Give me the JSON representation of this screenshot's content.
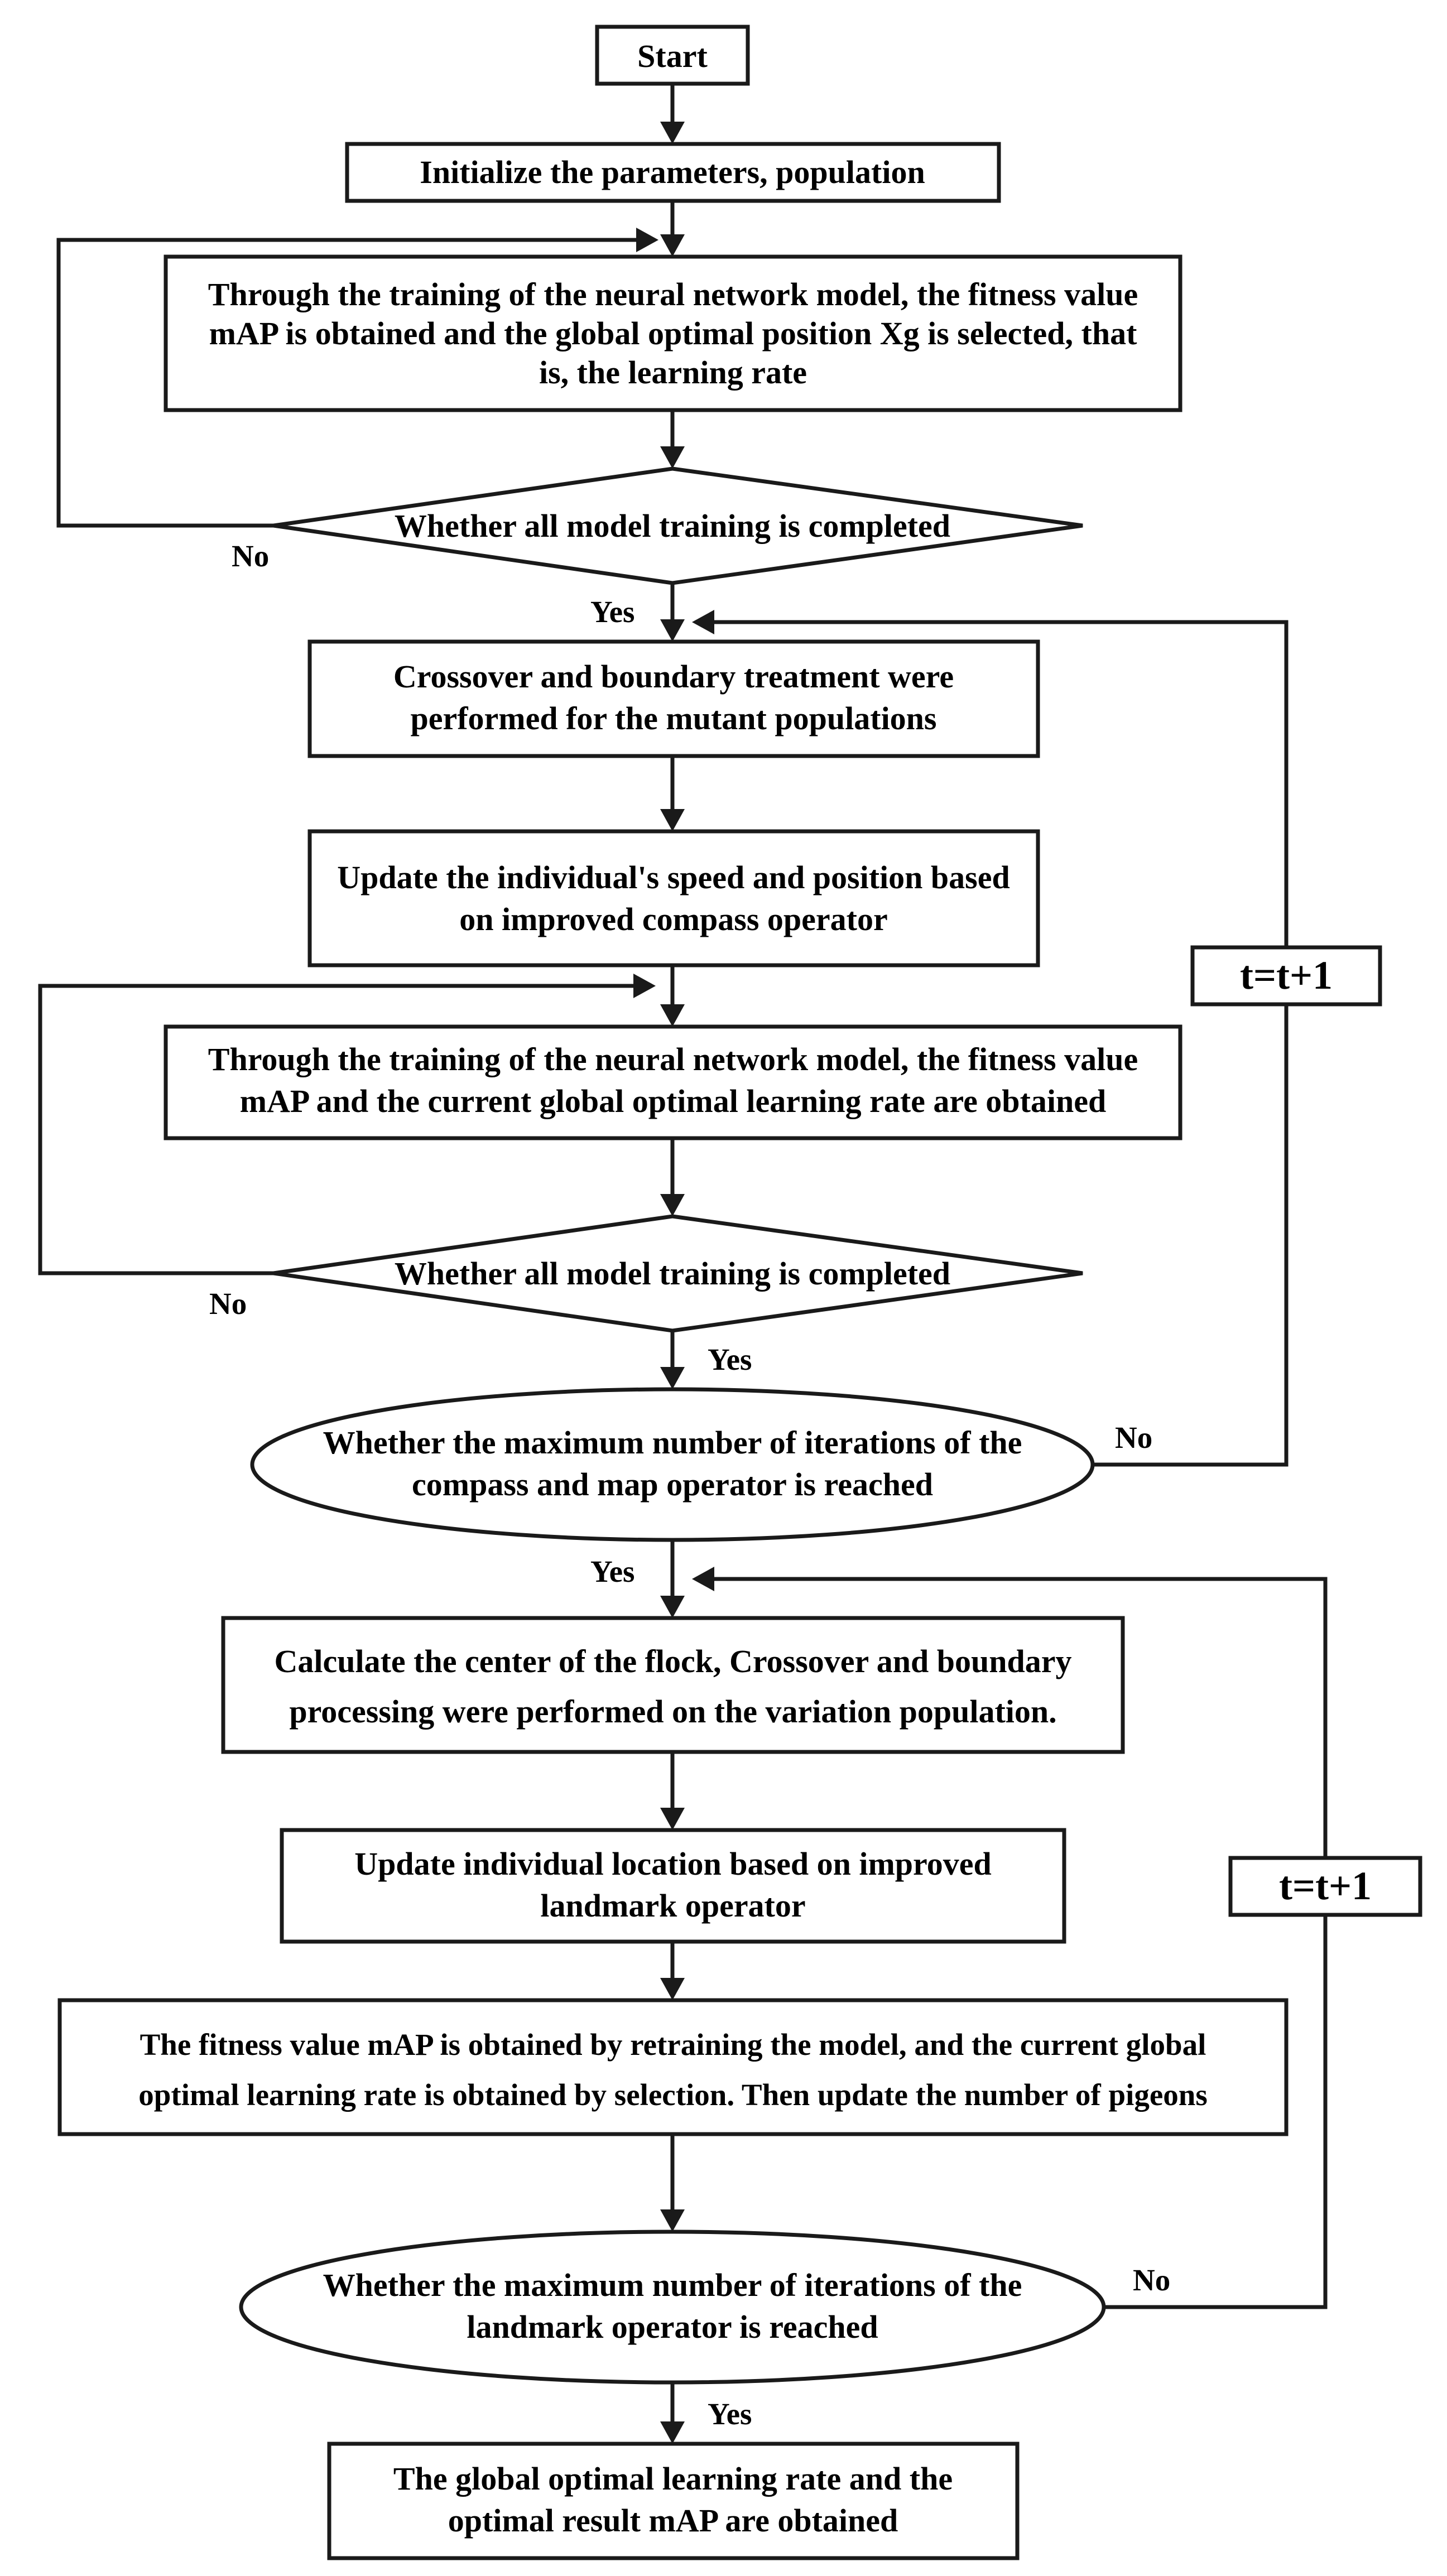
{
  "flowchart": {
    "start": "Start",
    "init": "Initialize the parameters, population",
    "train1": [
      "Through the training of the neural network model, the fitness value",
      "mAP is obtained and the global optimal position Xg is selected, that",
      "is, the learning rate"
    ],
    "decision1": "Whether all model training is completed",
    "crossover": [
      "Crossover and boundary treatment were",
      "performed for the mutant populations"
    ],
    "update_compass": [
      "Update the individual's speed and position based",
      "on improved compass operator"
    ],
    "train2": [
      "Through the training of the neural network model, the fitness value",
      "mAP and the current global optimal learning rate are obtained"
    ],
    "decision2": "Whether all model training is completed",
    "decision_compass": [
      "Whether the maximum number of iterations of the",
      "compass and map operator is reached"
    ],
    "flock_center": [
      "Calculate the center of the flock, Crossover and boundary",
      "processing were performed on the variation population."
    ],
    "update_landmark": [
      "Update individual location based on improved",
      "landmark operator"
    ],
    "retrain": [
      "The fitness value mAP is obtained by retraining the model, and the current global",
      "optimal learning rate is obtained by selection. Then update the number of pigeons"
    ],
    "decision_landmark": [
      "Whether the maximum number of iterations of the",
      "landmark operator is reached"
    ],
    "end": [
      "The global optimal learning rate and the",
      "optimal result mAP are obtained"
    ],
    "counter1": "t=t+1",
    "counter2": "t=t+1",
    "labels": {
      "no1": "No",
      "yes1": "Yes",
      "no2": "No",
      "yes2": "Yes",
      "no3": "No",
      "yes3": "Yes",
      "no4": "No",
      "yes4": "Yes"
    }
  }
}
